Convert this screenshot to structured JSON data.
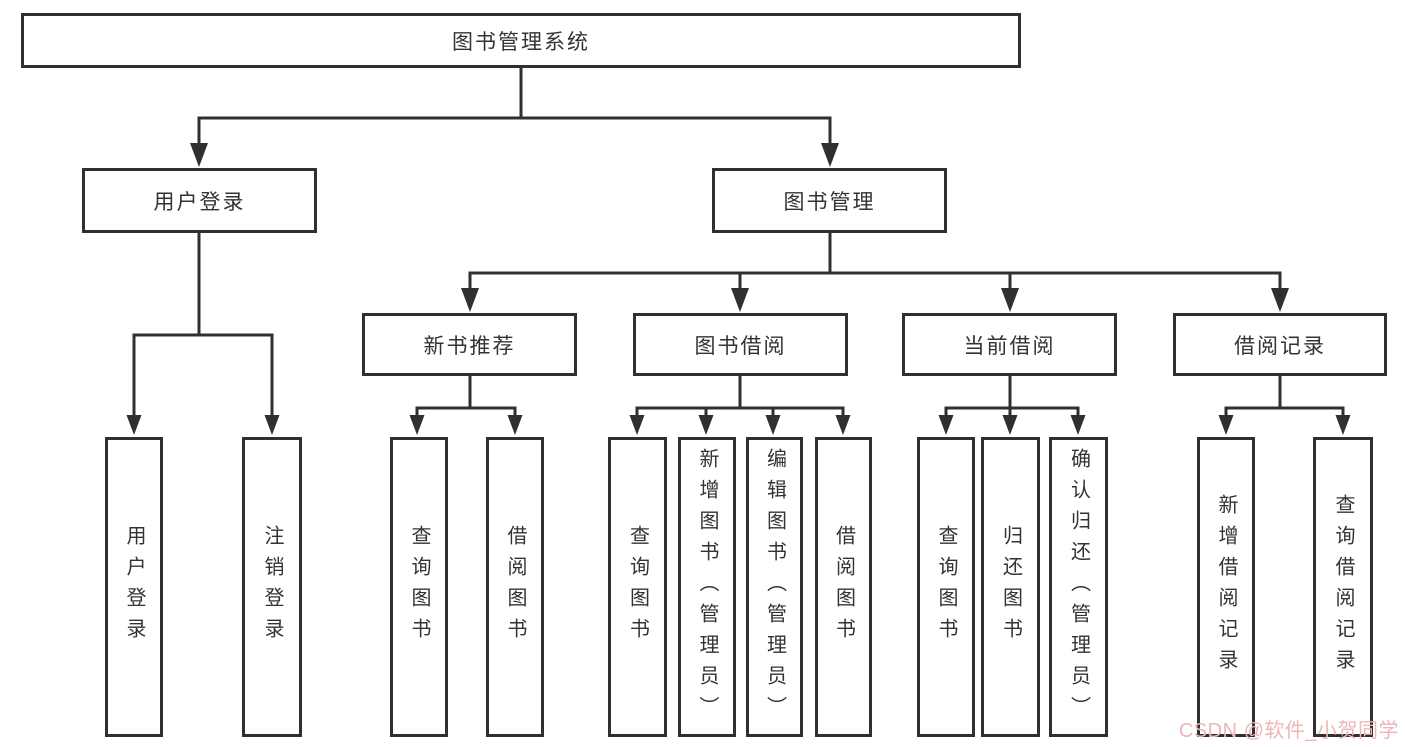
{
  "diagram": {
    "root": {
      "label": "图书管理系统"
    },
    "branches": [
      {
        "label": "用户登录",
        "children": [
          "用户登录",
          "注销登录"
        ]
      },
      {
        "label": "图书管理",
        "children": [
          {
            "label": "新书推荐",
            "children": [
              "查询图书",
              "借阅图书"
            ]
          },
          {
            "label": "图书借阅",
            "children": [
              "查询图书",
              "新增图书（管理员）",
              "编辑图书（管理员）",
              "借阅图书"
            ]
          },
          {
            "label": "当前借阅",
            "children": [
              "查询图书",
              "归还图书",
              "确认归还（管理员）"
            ]
          },
          {
            "label": "借阅记录",
            "children": [
              "新增借阅记录",
              "查询借阅记录"
            ]
          }
        ]
      }
    ]
  },
  "theme": {
    "line_color": "#303030",
    "text_color": "#333333",
    "background": "#ffffff",
    "watermark_color": "#efb5b7"
  },
  "watermark": {
    "text": "CSDN @软件_小贺同学"
  }
}
